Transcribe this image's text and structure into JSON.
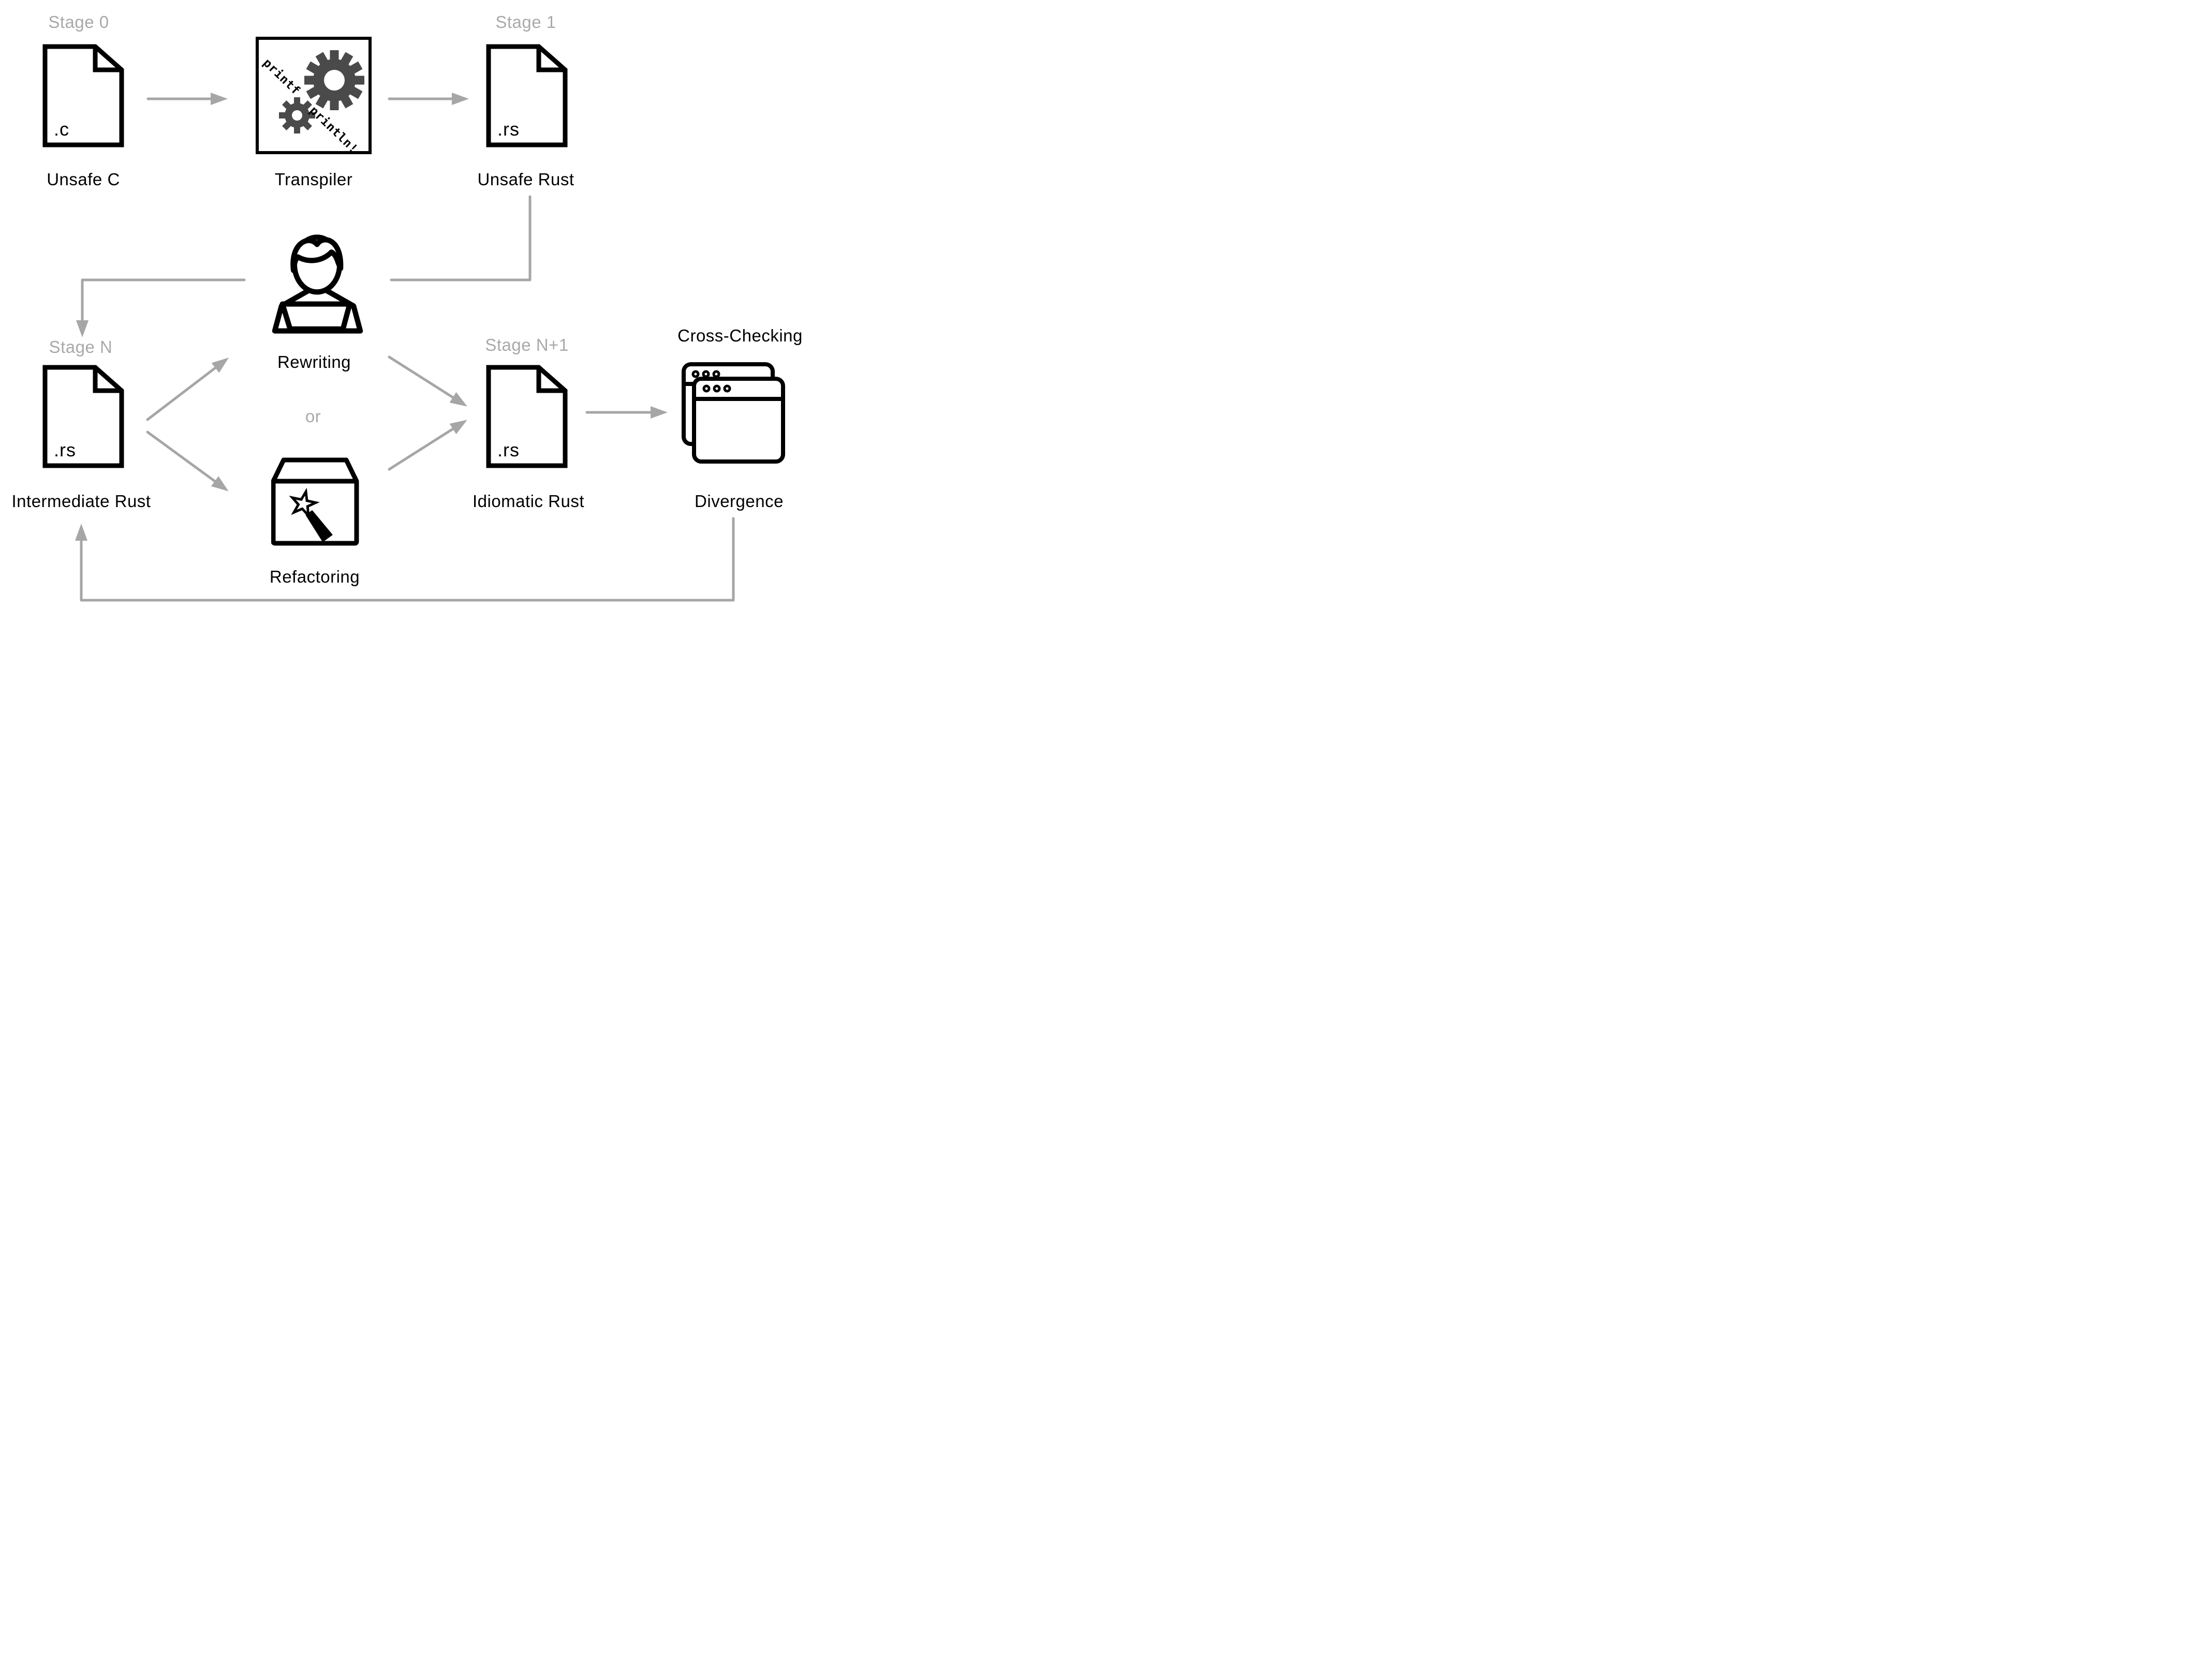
{
  "colors": {
    "gray_label": "#a9a9a9",
    "gray_line": "#a6a6a6",
    "gear_gray": "#4a4a4a",
    "black": "#000000"
  },
  "stages": {
    "stage0": {
      "label": "Stage 0",
      "file_ext": ".c",
      "caption": "Unsafe C"
    },
    "stage1": {
      "label": "Stage 1",
      "file_ext": ".rs",
      "caption": "Unsafe Rust"
    },
    "stageN": {
      "label": "Stage N",
      "file_ext": ".rs",
      "caption": "Intermediate Rust"
    },
    "stageN1": {
      "label": "Stage N+1",
      "file_ext": ".rs",
      "caption": "Idiomatic Rust"
    }
  },
  "transpiler": {
    "caption": "Transpiler",
    "code_before": "printf",
    "code_after": "println!"
  },
  "rewriting": {
    "caption": "Rewriting"
  },
  "or_label": "or",
  "refactoring": {
    "caption": "Refactoring"
  },
  "crosschecking": {
    "title": "Cross-Checking",
    "caption": "Divergence"
  }
}
